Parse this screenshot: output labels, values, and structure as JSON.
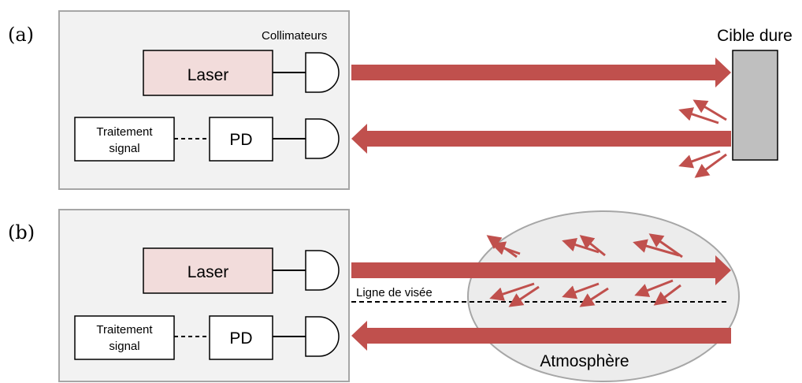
{
  "panel_a": {
    "label": "(a)",
    "collimators_label": "Collimateurs",
    "laser_label": "Laser",
    "pd_label": "PD",
    "processing_line1": "Traitement",
    "processing_line2": "signal",
    "target_label": "Cible dure"
  },
  "panel_b": {
    "label": "(b)",
    "laser_label": "Laser",
    "pd_label": "PD",
    "processing_line1": "Traitement",
    "processing_line2": "signal",
    "line_of_sight_label": "Ligne de visée",
    "atmosphere_label": "Atmosphère"
  },
  "colors": {
    "beam": "#c0504d",
    "laser_fill": "#f2dcdb",
    "box_fill": "#f2f2f2",
    "box_stroke": "#a6a6a6",
    "target_fill": "#bfbfbf",
    "atmosphere_fill": "#ececec"
  }
}
